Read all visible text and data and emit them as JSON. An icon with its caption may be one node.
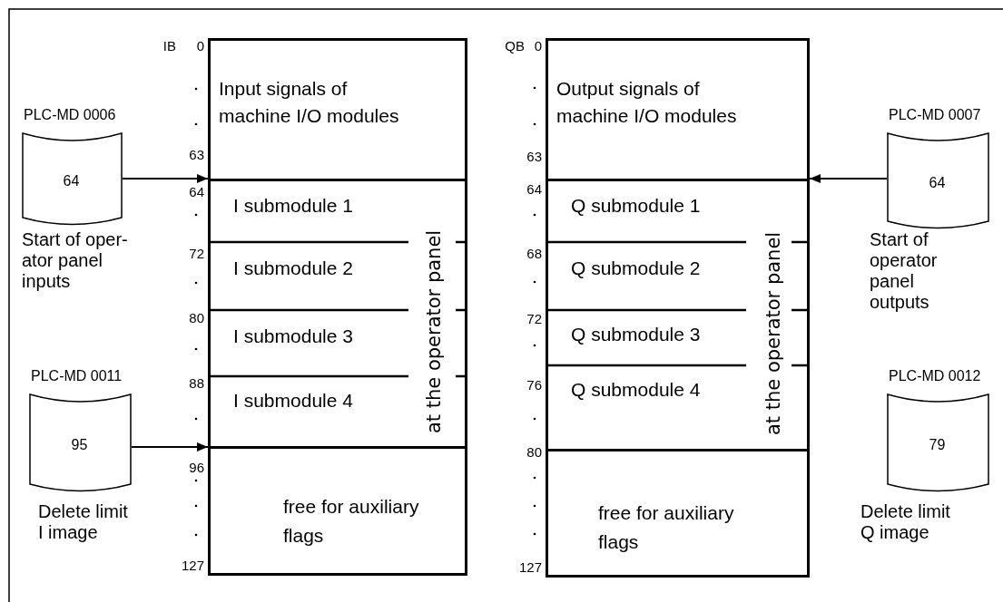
{
  "diagram": {
    "nodes": [
      {
        "text": [
          "PLC-MD 0006",
          "64"
        ],
        "beside": [
          "Start of oper- ator panel inputs"
        ]
      },
      {
        "text": [
          "PLC-MD 0011",
          "95"
        ],
        "beside": [
          "Delete limit I image"
        ]
      },
      {
        "text": [
          "Input signals of machine I/O modules"
        ]
      },
      {
        "text": [
          "I submodule 1"
        ]
      },
      {
        "text": [
          "I submodule 2"
        ]
      },
      {
        "text": [
          "I submodule 3"
        ]
      },
      {
        "text": [
          "I submodule 4"
        ]
      },
      {
        "text": [
          "free for auxiliary flags"
        ]
      },
      {
        "text": [
          "Output signals of machine I/O modules"
        ]
      },
      {
        "text": [
          "Q submodule 1"
        ]
      },
      {
        "text": [
          "Q submodule 2"
        ]
      },
      {
        "text": [
          "Q submodule 3"
        ]
      },
      {
        "text": [
          "Q submodule 4"
        ]
      },
      {
        "text": [
          "free for auxiliary flags"
        ]
      },
      {
        "text": [
          "PLC-MD 0007",
          "64"
        ],
        "beside": [
          "Start of operator panel outputs"
        ]
      },
      {
        "text": [
          "PLC-MD 0012",
          "79"
        ],
        "beside": [
          "Delete limit Q image"
        ]
      }
    ],
    "edges": [
      {
        "from": 0,
        "to": 3,
        "arrow": "to"
      },
      {
        "from": 1,
        "to": 7,
        "arrow": "to"
      },
      {
        "from": 14,
        "to": 9,
        "arrow": "to"
      }
    ],
    "labels": [
      "IB",
      "0",
      "63",
      "64",
      "72",
      "80",
      "88",
      "96",
      "127",
      "at the operator panel",
      "QB",
      "0",
      "63",
      "64",
      "68",
      "72",
      "76",
      "80",
      "127",
      "at the operator panel"
    ]
  }
}
